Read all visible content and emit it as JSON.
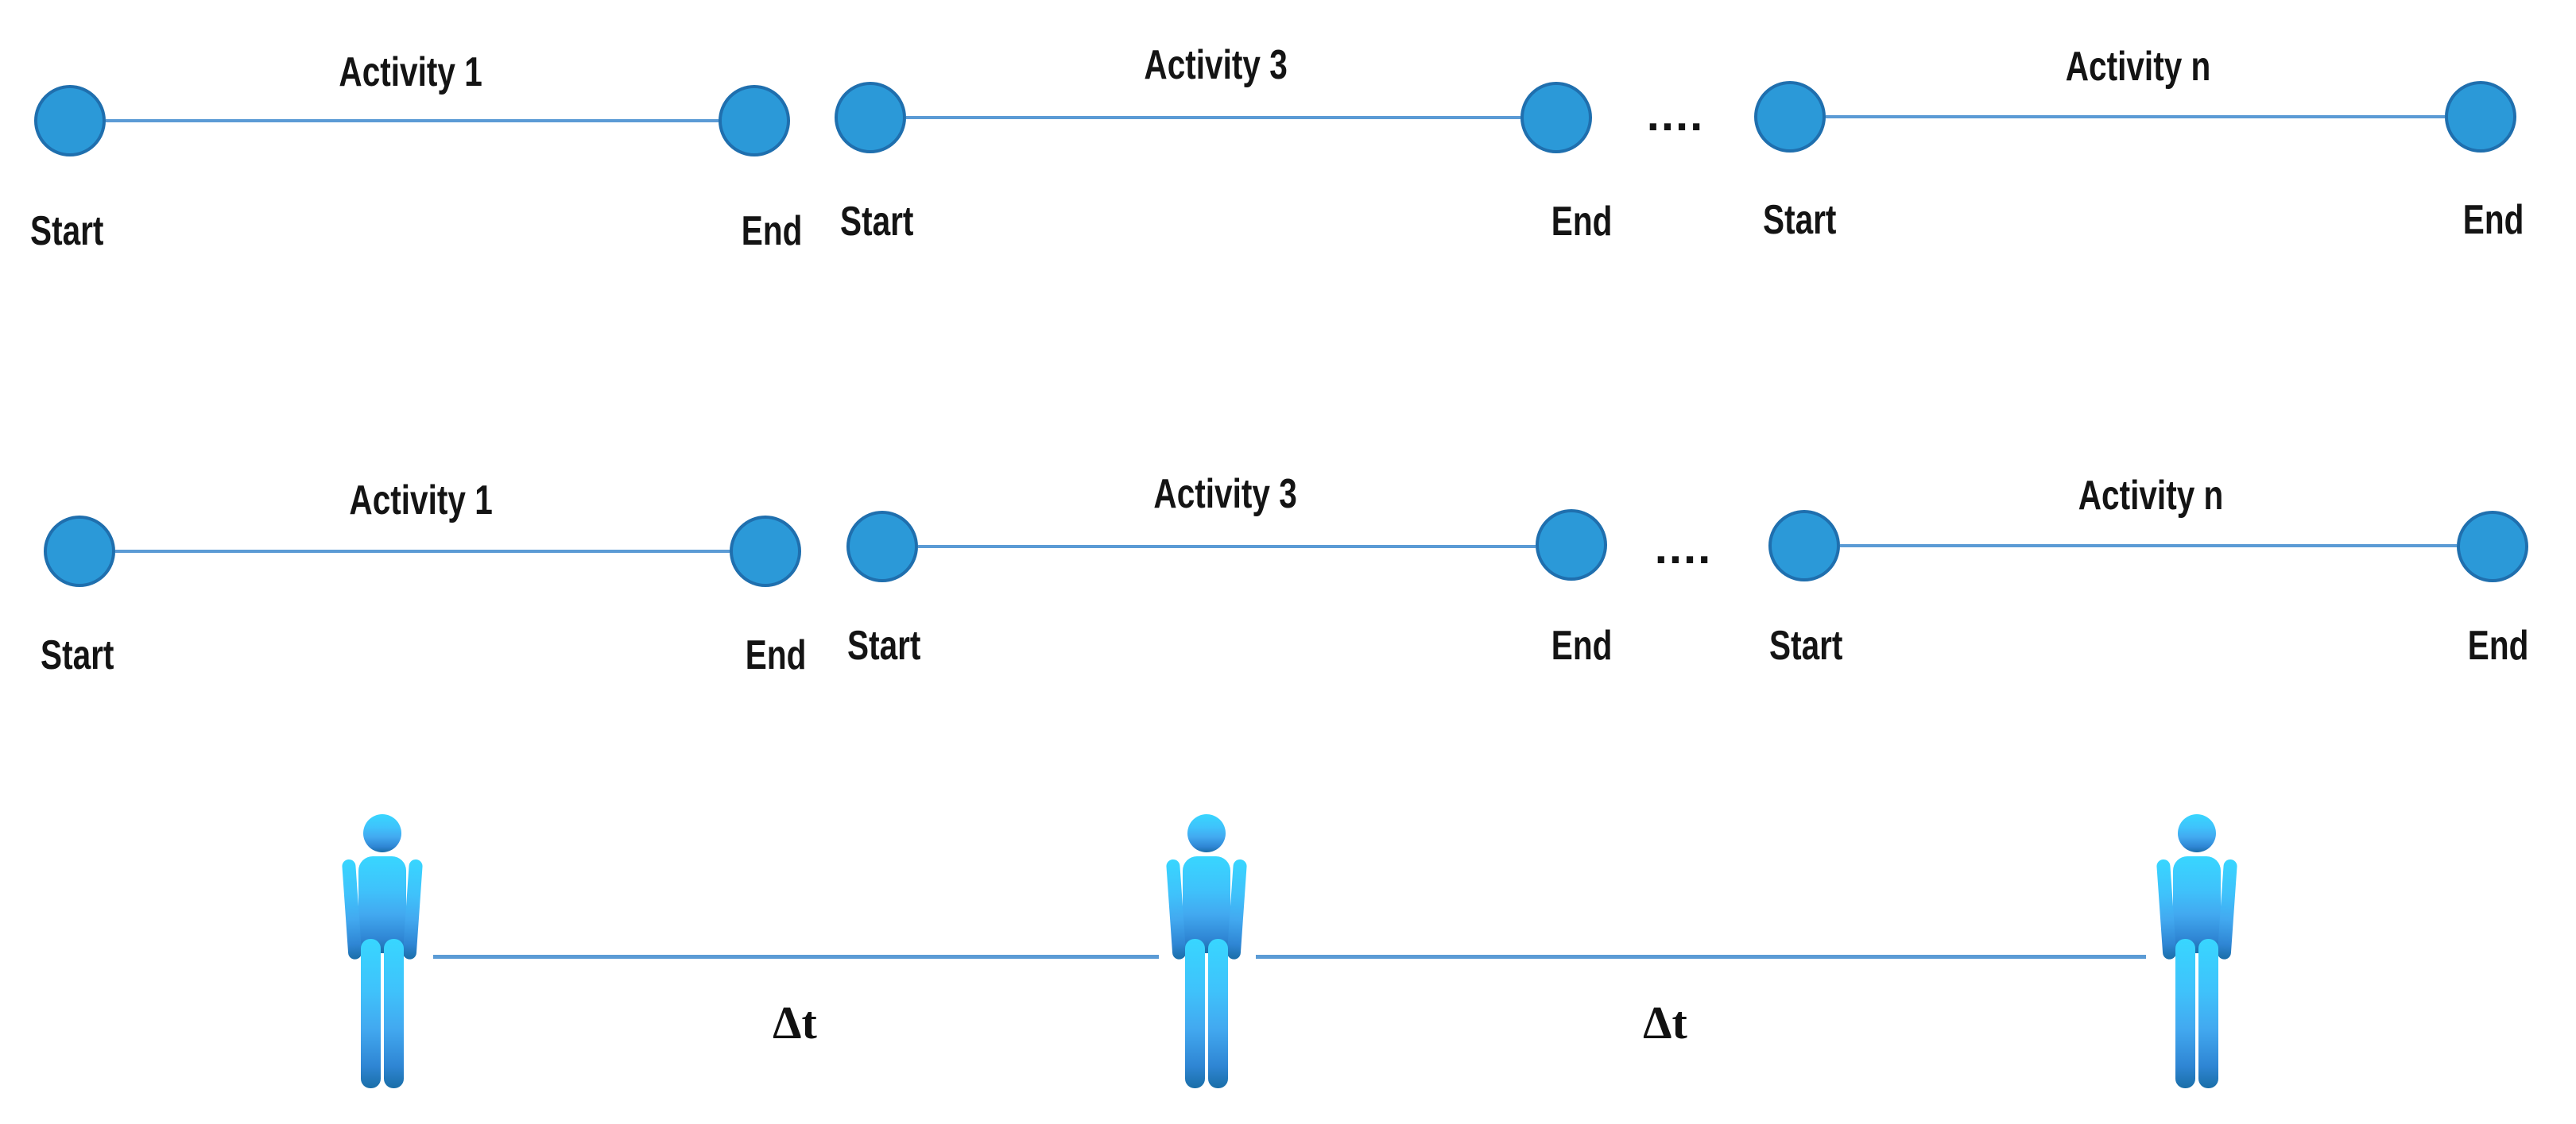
{
  "figure_type": "activity-timeline-diagram",
  "activity_rows": [
    {
      "groups": [
        {
          "title": "Activity 1",
          "start_label": "Start",
          "end_label": "End"
        },
        {
          "title": "Activity 3",
          "start_label": "Start",
          "end_label": "End"
        },
        {
          "title": "Activity n",
          "start_label": "Start",
          "end_label": "End"
        }
      ],
      "ellipsis": "...."
    },
    {
      "groups": [
        {
          "title": "Activity 1",
          "start_label": "Start",
          "end_label": "End"
        },
        {
          "title": "Activity 3",
          "start_label": "Start",
          "end_label": "End"
        },
        {
          "title": "Activity n",
          "start_label": "Start",
          "end_label": "End"
        }
      ],
      "ellipsis": "...."
    }
  ],
  "person_row": {
    "person_count": 3,
    "interval_labels": [
      "Δt",
      "Δt"
    ]
  },
  "colors": {
    "node_fill": "#2b99d8",
    "node_stroke": "#1f6fae",
    "connector_line": "#5b9bd5",
    "label_text": "#141414",
    "person_gradient_top": "#38d6ff",
    "person_gradient_mid": "#42a9f0",
    "person_gradient_bottom": "#1a6ea8"
  }
}
